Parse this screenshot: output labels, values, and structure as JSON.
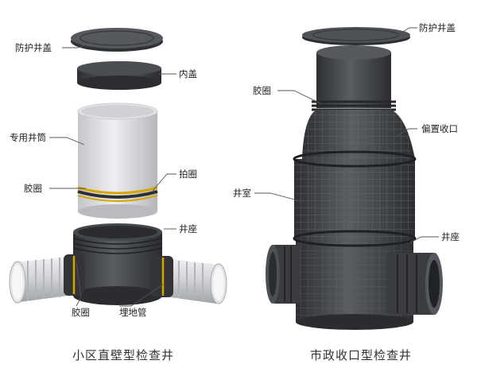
{
  "left": {
    "caption": "小区直壁型检查井",
    "labels": {
      "cover": "防护井盖",
      "inner_cover": "内盖",
      "barrel": "专用井筒",
      "gasket": "胶圈",
      "clamp_ring": "拍圈",
      "base": "井座",
      "base_gasket": "胶圈",
      "buried_pipe": "埋地管"
    }
  },
  "right": {
    "caption": "市政收口型检查井",
    "labels": {
      "cover": "防护井盖",
      "gasket": "胶圈",
      "offset_collar": "偏置收口",
      "chamber": "井室",
      "base": "井座"
    }
  },
  "colors": {
    "rubber": "#3d3f43",
    "pvc_light": "#dcdde0",
    "gasket": "#d7a400",
    "leader": "#555555"
  }
}
